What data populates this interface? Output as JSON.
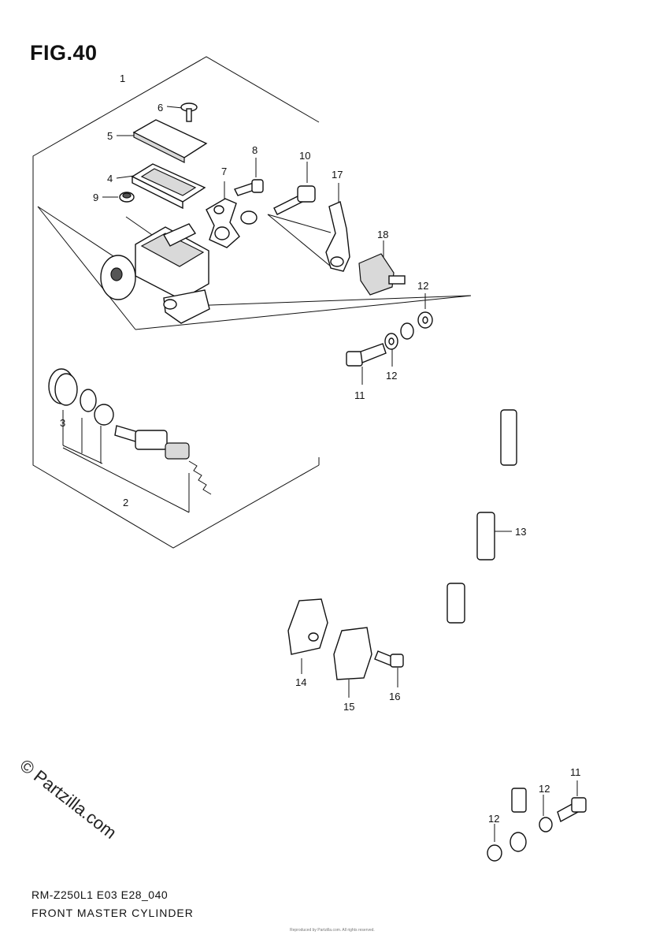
{
  "figure": {
    "title": "FIG.40",
    "model_code": "RM-Z250L1 E03 E28_040",
    "caption": "FRONT MASTER CYLINDER",
    "watermark": "© Partzilla.com",
    "credit": "Reproduced by Partzilla.com. All rights reserved."
  },
  "callouts": [
    {
      "id": "1",
      "label": "1"
    },
    {
      "id": "2",
      "label": "2"
    },
    {
      "id": "3",
      "label": "3"
    },
    {
      "id": "4",
      "label": "4"
    },
    {
      "id": "5",
      "label": "5"
    },
    {
      "id": "6",
      "label": "6"
    },
    {
      "id": "7",
      "label": "7"
    },
    {
      "id": "8",
      "label": "8"
    },
    {
      "id": "9",
      "label": "9"
    },
    {
      "id": "10",
      "label": "10"
    },
    {
      "id": "11a",
      "label": "11"
    },
    {
      "id": "11b",
      "label": "11"
    },
    {
      "id": "12a",
      "label": "12"
    },
    {
      "id": "12b",
      "label": "12"
    },
    {
      "id": "12c",
      "label": "12"
    },
    {
      "id": "12d",
      "label": "12"
    },
    {
      "id": "13",
      "label": "13"
    },
    {
      "id": "14",
      "label": "14"
    },
    {
      "id": "15",
      "label": "15"
    },
    {
      "id": "16",
      "label": "16"
    },
    {
      "id": "17",
      "label": "17"
    },
    {
      "id": "18",
      "label": "18"
    }
  ]
}
